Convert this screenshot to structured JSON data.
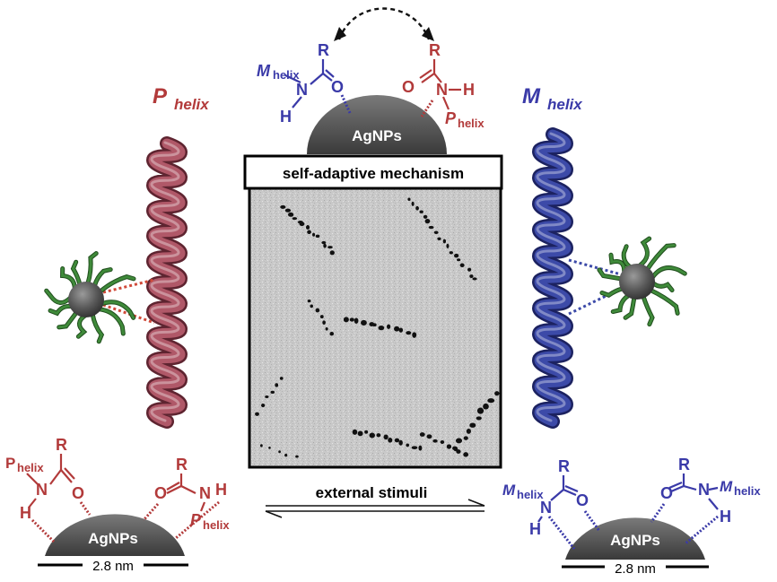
{
  "colors": {
    "red": "#b23a3a",
    "blue": "#3a3aa8",
    "red_helix": "#b05868",
    "blue_helix": "#3c4aa8",
    "np_gray": "#5a5a5a",
    "ligand_green": "#3f8a3a"
  },
  "labels": {
    "p_helix_main": "P",
    "m_helix_main": "M",
    "helix_sub": "helix",
    "box_title": "self-adaptive mechanism",
    "external_stimuli": "external stimuli",
    "agnps": "AgNPs",
    "scale": "2.8 nm"
  },
  "chem": {
    "R": "R",
    "O": "O",
    "N": "N",
    "H": "H",
    "P": "P",
    "M": "M",
    "helix": "helix"
  }
}
